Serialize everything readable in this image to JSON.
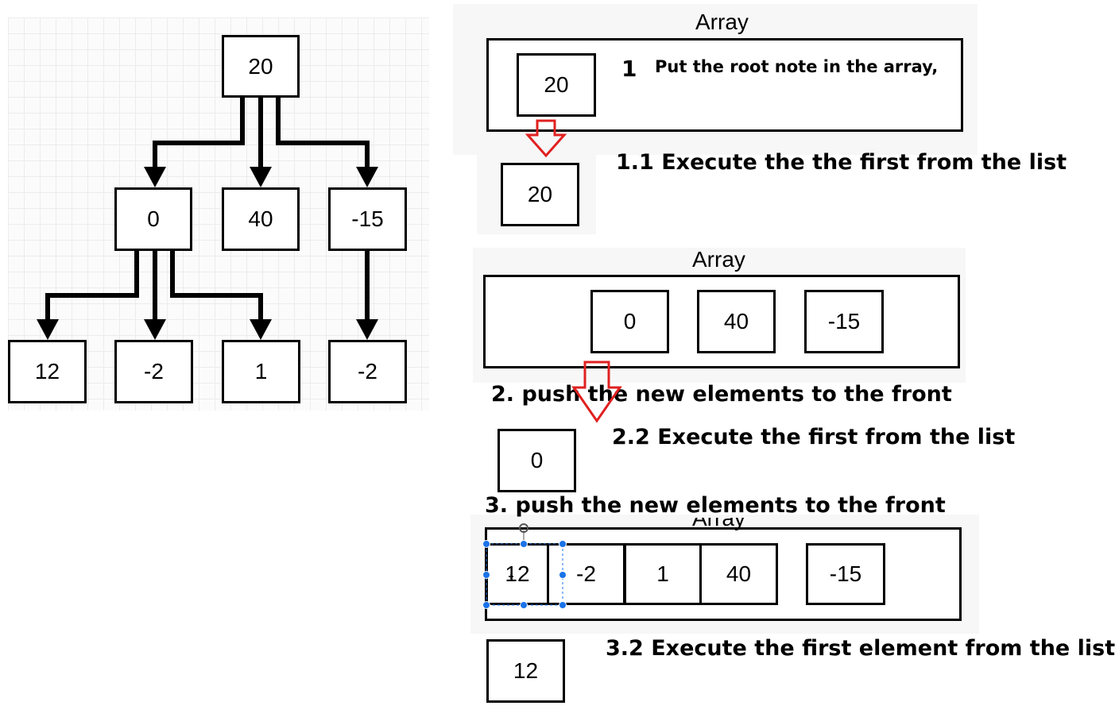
{
  "tree": {
    "root": "20",
    "level1": [
      "0",
      "40",
      "-15"
    ],
    "level2": [
      "12",
      "-2",
      "1",
      "-2"
    ]
  },
  "array_caption": "Array",
  "step1": {
    "number": "1",
    "text": "Put the root note in the array,",
    "array_items": [
      "20"
    ]
  },
  "step1_1": {
    "text": "1.1 Execute the the first from the list",
    "result": "20"
  },
  "step2": {
    "caption": "Array",
    "array_items": [
      "0",
      "40",
      "-15"
    ],
    "text": "2. push the new elements to the front"
  },
  "step2_2": {
    "text": "2.2 Execute the first from the list",
    "result": "0"
  },
  "step3": {
    "text": "3. push the new elements to the front",
    "array_items": [
      "12",
      "-2",
      "1",
      "40",
      "-15"
    ]
  },
  "step3_2": {
    "text": "3.2 Execute the first element from the list",
    "result": "12"
  },
  "colors": {
    "arrow_red": "#e02020",
    "selection_blue": "#1a73e8"
  }
}
